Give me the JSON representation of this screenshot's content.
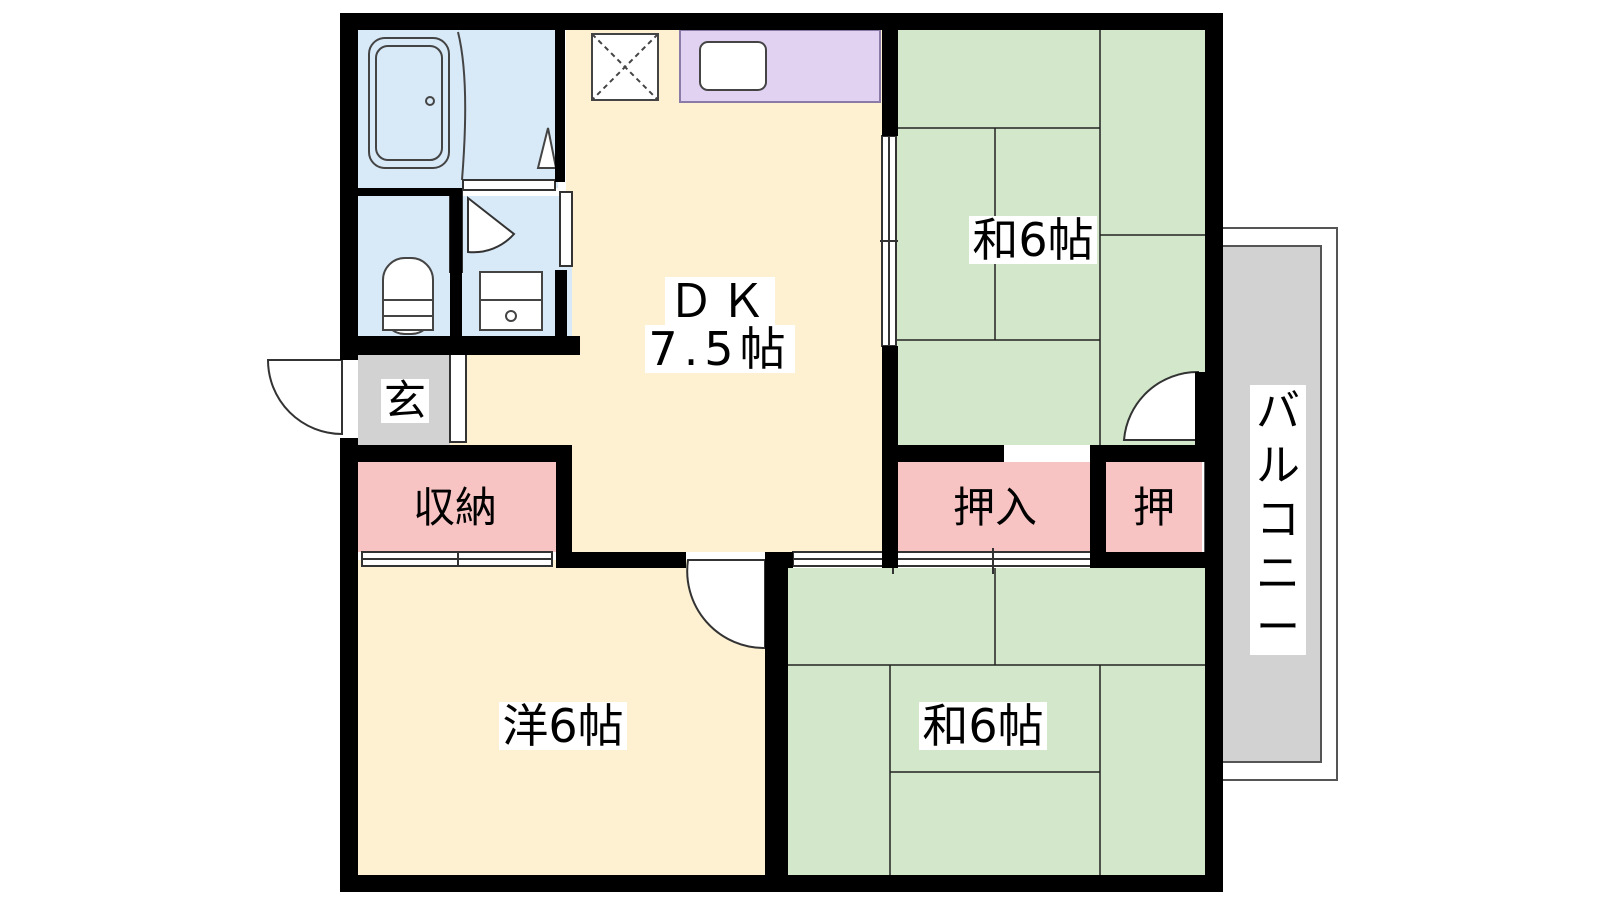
{
  "rooms": {
    "dk_name": "ＤＫ",
    "dk_size": "7.5帖",
    "washitsu_upper": "和6帖",
    "washitsu_lower": "和6帖",
    "youshitsu": "洋6帖",
    "entrance": "玄",
    "storage": "収納",
    "oshiire": "押入",
    "oshi": "押",
    "balcony_chars": [
      "バ",
      "ル",
      "コ",
      "ニ",
      "ー"
    ]
  },
  "colors": {
    "wall": "#000000",
    "dk_floor": "#fdf1d2",
    "tatami": "#d3e8cb",
    "wet_area": "#d8e9f8",
    "storage": "#f8c3c3",
    "kitchen": "#e2d2f2",
    "entrance": "#d2d2d2",
    "balcony": "#d2d2d2"
  }
}
